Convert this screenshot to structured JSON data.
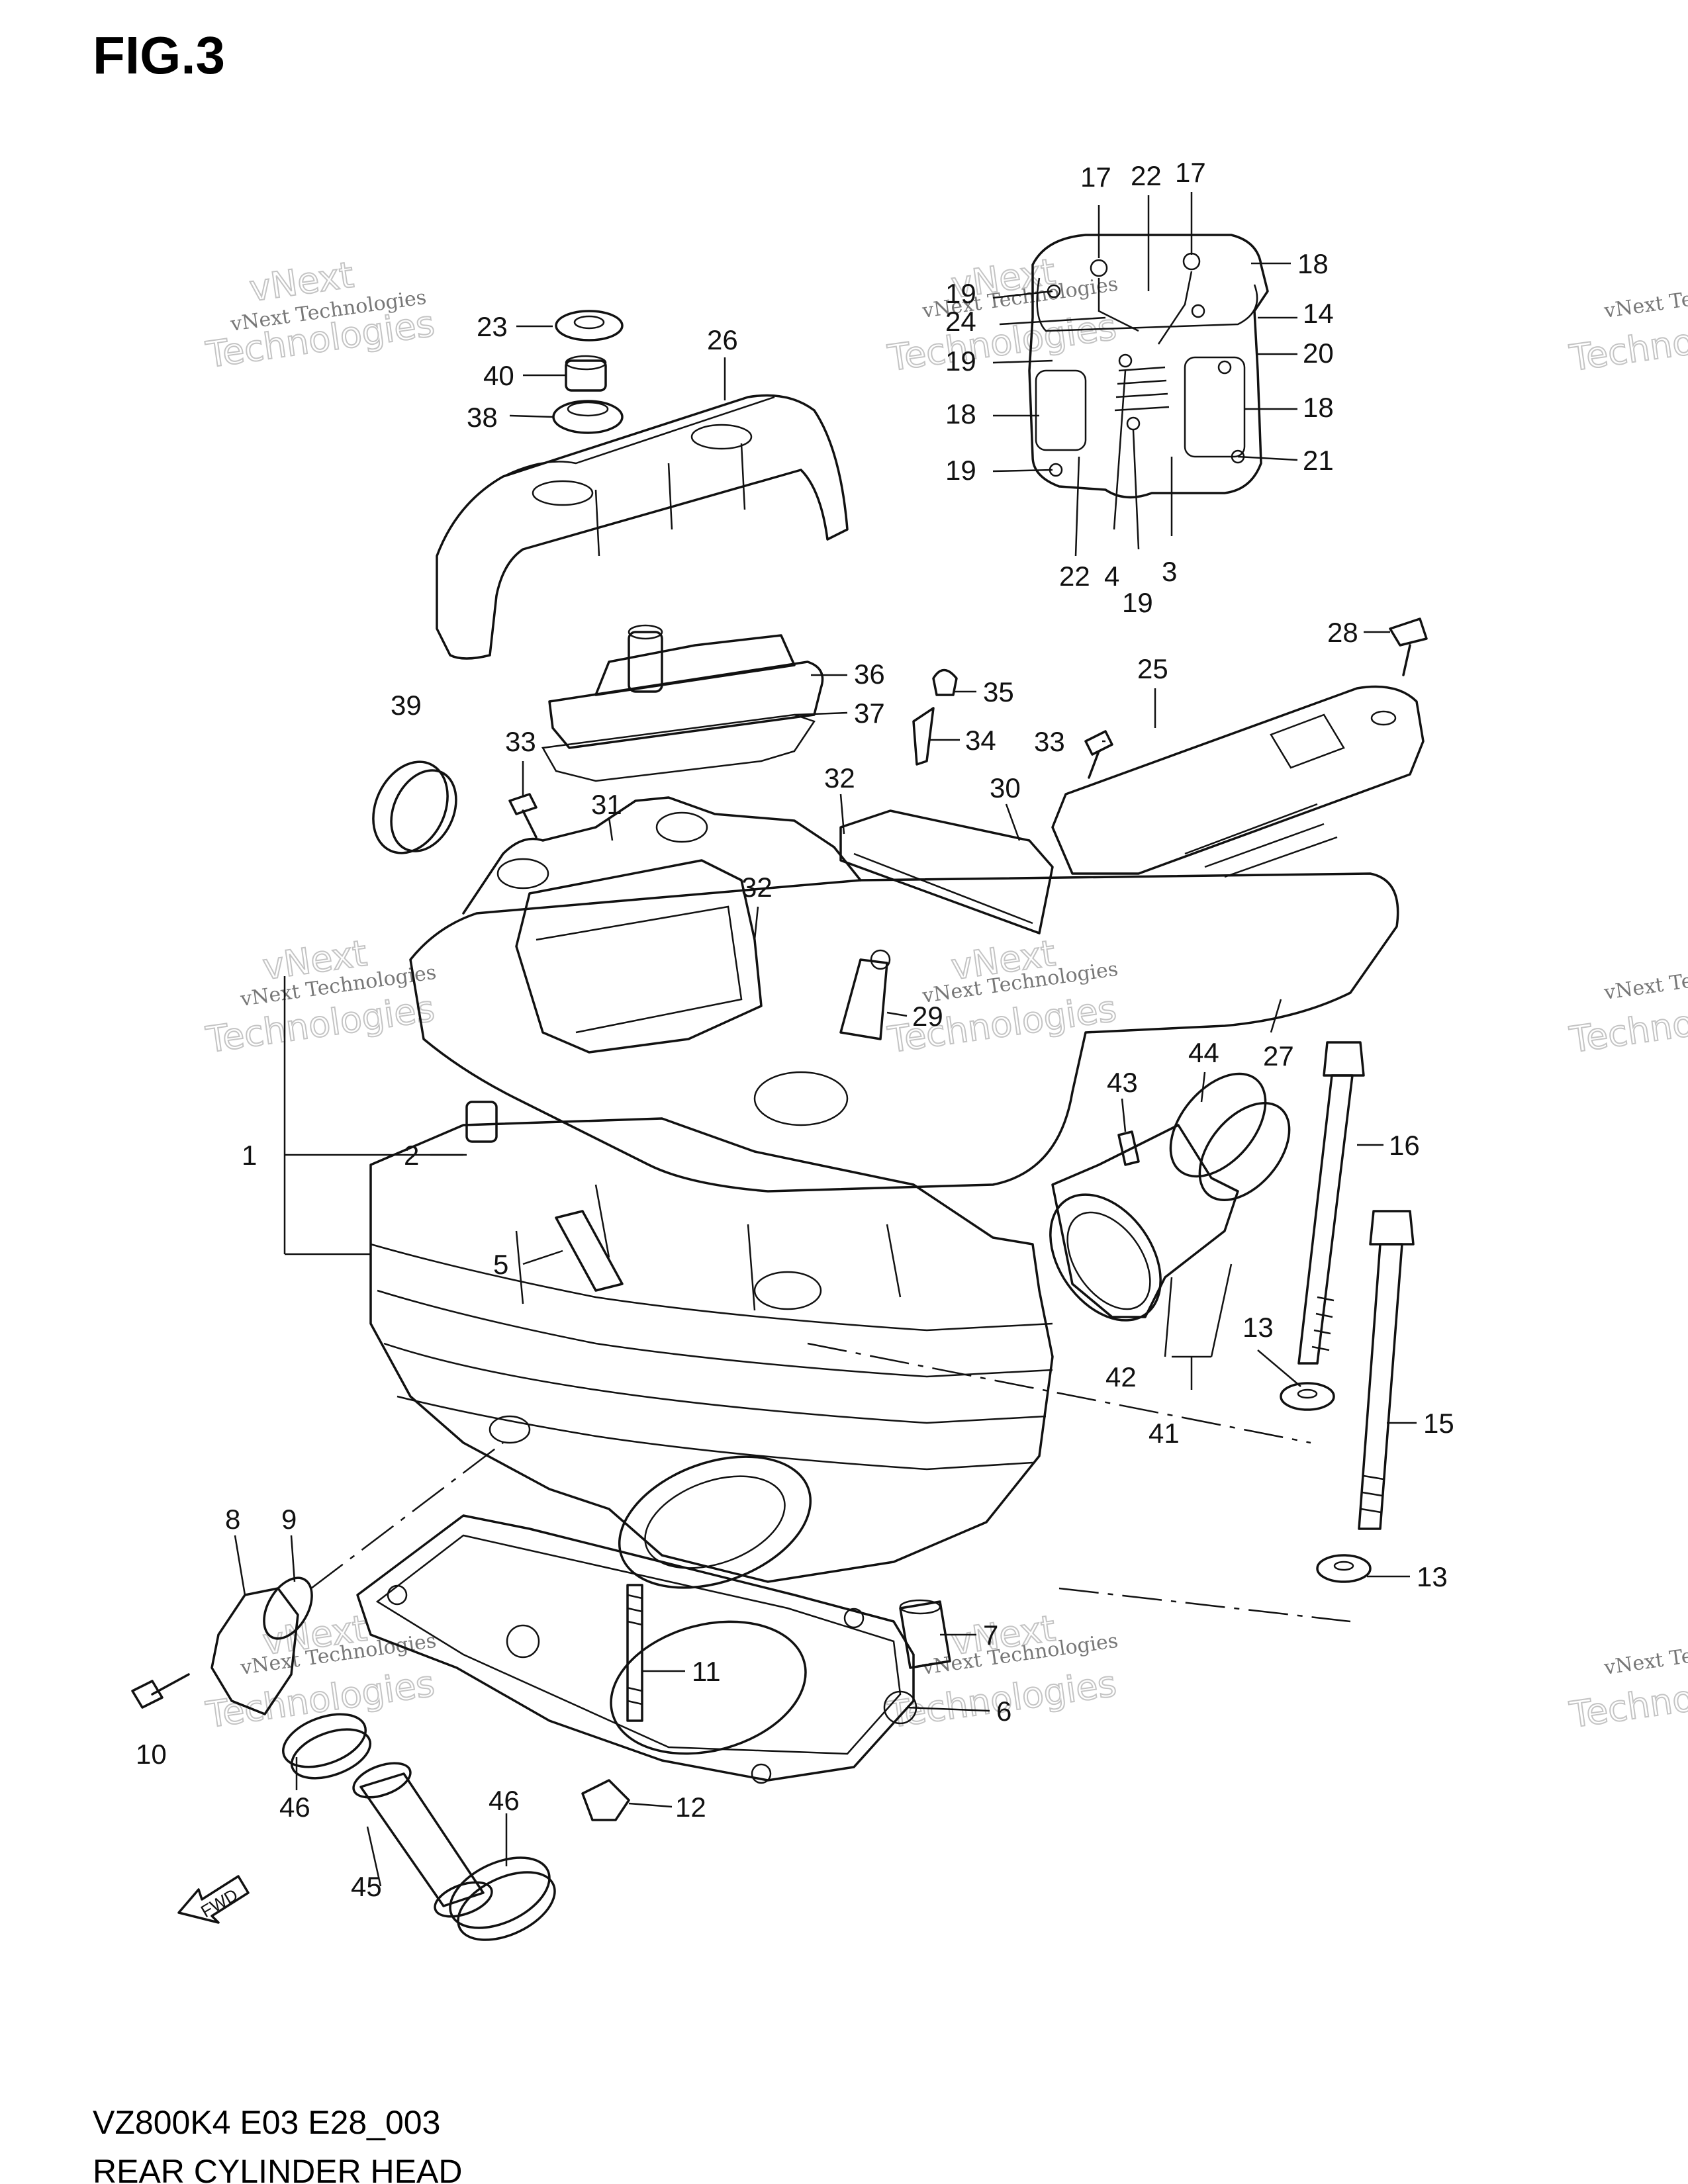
{
  "figure": {
    "title": "FIG.3",
    "model_code": "VZ800K4 E03 E28_003",
    "caption": "REAR CYLINDER HEAD",
    "fwd_label": "FWD"
  },
  "watermark": {
    "line1": "vNext Technologies",
    "big1": "vNext",
    "big2": "Technologies"
  },
  "callouts": [
    {
      "id": "c17a",
      "text": "17"
    },
    {
      "id": "c22a",
      "text": "22"
    },
    {
      "id": "c17b",
      "text": "17"
    },
    {
      "id": "c18a",
      "text": "18"
    },
    {
      "id": "c19a",
      "text": "19"
    },
    {
      "id": "c24",
      "text": "24"
    },
    {
      "id": "c14",
      "text": "14"
    },
    {
      "id": "c19b",
      "text": "19"
    },
    {
      "id": "c20",
      "text": "20"
    },
    {
      "id": "c18b",
      "text": "18"
    },
    {
      "id": "c18c",
      "text": "18"
    },
    {
      "id": "c19c",
      "text": "19"
    },
    {
      "id": "c21",
      "text": "21"
    },
    {
      "id": "c22b",
      "text": "22"
    },
    {
      "id": "c4",
      "text": "4"
    },
    {
      "id": "c3",
      "text": "3"
    },
    {
      "id": "c19d",
      "text": "19"
    },
    {
      "id": "c23",
      "text": "23"
    },
    {
      "id": "c26",
      "text": "26"
    },
    {
      "id": "c40",
      "text": "40"
    },
    {
      "id": "c38",
      "text": "38"
    },
    {
      "id": "c28",
      "text": "28"
    },
    {
      "id": "c25",
      "text": "25"
    },
    {
      "id": "c36",
      "text": "36"
    },
    {
      "id": "c35",
      "text": "35"
    },
    {
      "id": "c37",
      "text": "37"
    },
    {
      "id": "c39",
      "text": "39"
    },
    {
      "id": "c34",
      "text": "34"
    },
    {
      "id": "c33a",
      "text": "33"
    },
    {
      "id": "c33b",
      "text": "33"
    },
    {
      "id": "c32a",
      "text": "32"
    },
    {
      "id": "c30",
      "text": "30"
    },
    {
      "id": "c31",
      "text": "31"
    },
    {
      "id": "c32b",
      "text": "32"
    },
    {
      "id": "c29",
      "text": "29"
    },
    {
      "id": "c27",
      "text": "27"
    },
    {
      "id": "c44",
      "text": "44"
    },
    {
      "id": "c43",
      "text": "43"
    },
    {
      "id": "c16",
      "text": "16"
    },
    {
      "id": "c1",
      "text": "1"
    },
    {
      "id": "c2",
      "text": "2"
    },
    {
      "id": "c5",
      "text": "5"
    },
    {
      "id": "c13a",
      "text": "13"
    },
    {
      "id": "c42",
      "text": "42"
    },
    {
      "id": "c41",
      "text": "41"
    },
    {
      "id": "c15",
      "text": "15"
    },
    {
      "id": "c8",
      "text": "8"
    },
    {
      "id": "c9",
      "text": "9"
    },
    {
      "id": "c13b",
      "text": "13"
    },
    {
      "id": "c7",
      "text": "7"
    },
    {
      "id": "c11",
      "text": "11"
    },
    {
      "id": "c10",
      "text": "10"
    },
    {
      "id": "c6",
      "text": "6"
    },
    {
      "id": "c46a",
      "text": "46"
    },
    {
      "id": "c12",
      "text": "12"
    },
    {
      "id": "c46b",
      "text": "46"
    },
    {
      "id": "c45",
      "text": "45"
    }
  ]
}
